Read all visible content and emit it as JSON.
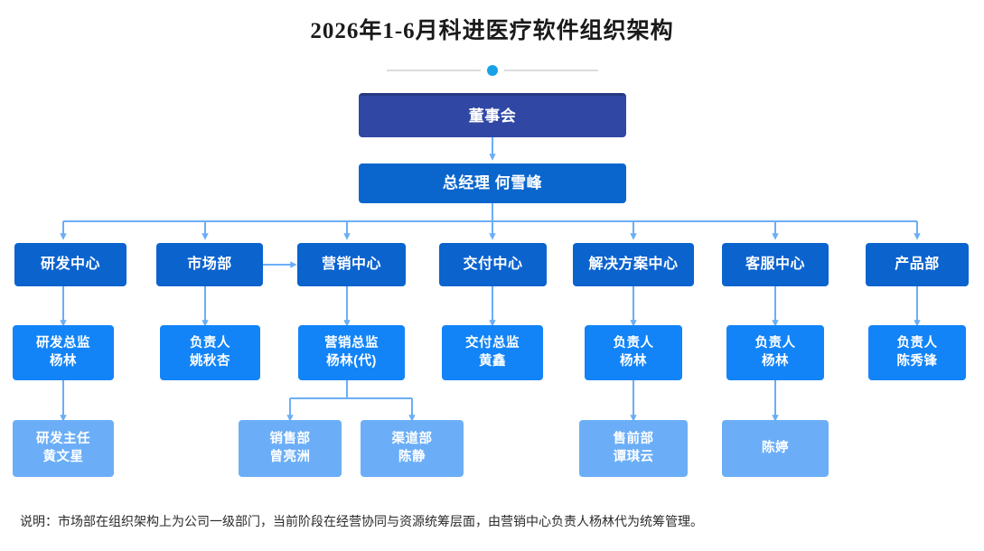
{
  "header": {
    "title": "2026年1-6月科进医疗软件组织架构",
    "divider": {
      "dot_color": "#17a2e8",
      "rule_color": "#dcdcdc"
    }
  },
  "palette": {
    "board": "#3048a4",
    "general_manager": "#0a66cc",
    "department": "#0b63ce",
    "lead": "#1284f7",
    "team": "#6baef7",
    "connector": "#6baef5",
    "background": "#ffffff"
  },
  "nodes": {
    "board": {
      "label": "董事会"
    },
    "general_manager": {
      "label": "总经理 何雪峰"
    },
    "departments": [
      {
        "label": "研发中心"
      },
      {
        "label": "市场部"
      },
      {
        "label": "营销中心"
      },
      {
        "label": "交付中心"
      },
      {
        "label": "解决方案中心"
      },
      {
        "label": "客服中心"
      },
      {
        "label": "产品部"
      }
    ],
    "leads": [
      {
        "title": "研发总监",
        "name": "杨林"
      },
      {
        "title": "负责人",
        "name": "姚秋杏"
      },
      {
        "title": "营销总监",
        "name": "杨林(代)"
      },
      {
        "title": "交付总监",
        "name": "黄鑫"
      },
      {
        "title": "负责人",
        "name": "杨林"
      },
      {
        "title": "负责人",
        "name": "杨林"
      },
      {
        "title": "负责人",
        "name": "陈秀锋"
      }
    ],
    "teams": [
      {
        "title": "研发主任",
        "name": "黄文星"
      },
      {
        "title": "销售部",
        "name": "曾亮洲"
      },
      {
        "title": "渠道部",
        "name": "陈静"
      },
      {
        "title": "售前部",
        "name": "谭琪云"
      },
      {
        "title": "陈婷",
        "name": ""
      }
    ]
  },
  "footnote": {
    "text": "说明：市场部在组织架构上为公司一级部门，当前阶段在经营协同与资源统筹层面，由营销中心负责人杨林代为统筹管理。"
  }
}
